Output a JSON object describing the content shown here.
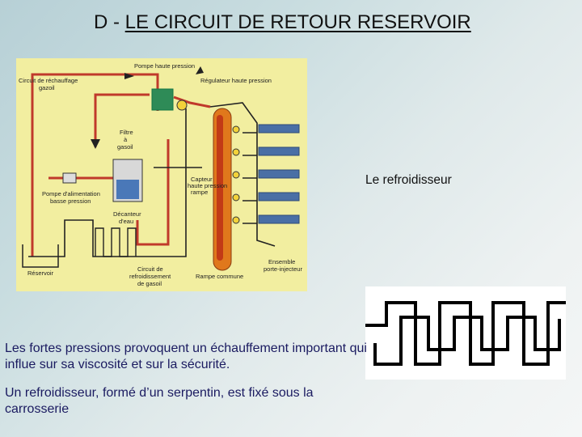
{
  "slide": {
    "title_prefix": "D - ",
    "title_main": "LE CIRCUIT DE RETOUR RESERVOIR",
    "caption": "Le refroidisseur",
    "paragraph1": "Les fortes pressions provoquent un échauffement important qui influe sur sa viscosité et sur la sécurité.",
    "paragraph2": "Un refroidisseur, formé d’un serpentin, est fixé sous la carrosserie"
  },
  "diagram": {
    "labels": {
      "pompe_haute_pression": "Pompe haute pression",
      "circuit_rechauffage_l1": "Circuit de réchauffage",
      "circuit_rechauffage_l2": "gazoil",
      "regulateur": "Régulateur haute pression",
      "filtre_l1": "Filtre",
      "filtre_l2": "à",
      "filtre_l3": "gasoil",
      "capteur_l1": "Capteur",
      "capteur_l2": "haute pression",
      "capteur_l3": "rampe",
      "pompe_alim_l1": "Pompe d'alimentation",
      "pompe_alim_l2": "basse pression",
      "decanteur_l1": "Décanteur",
      "decanteur_l2": "d'eau",
      "reservoir": "Réservoir",
      "circuit_refroid_l1": "Circuit de",
      "circuit_refroid_l2": "refroidissement",
      "circuit_refroid_l3": "de gasoil",
      "rampe": "Rampe commune",
      "injecteurs_l1": "Ensemble",
      "injecteurs_l2": "porte-injecteur"
    },
    "colors": {
      "background": "#f2eea0",
      "fuel_line": "#c0392b",
      "return_line": "#222222",
      "injector": "#4a6fa5",
      "rail": "#e0781c",
      "pump": "#2e8b57"
    }
  }
}
